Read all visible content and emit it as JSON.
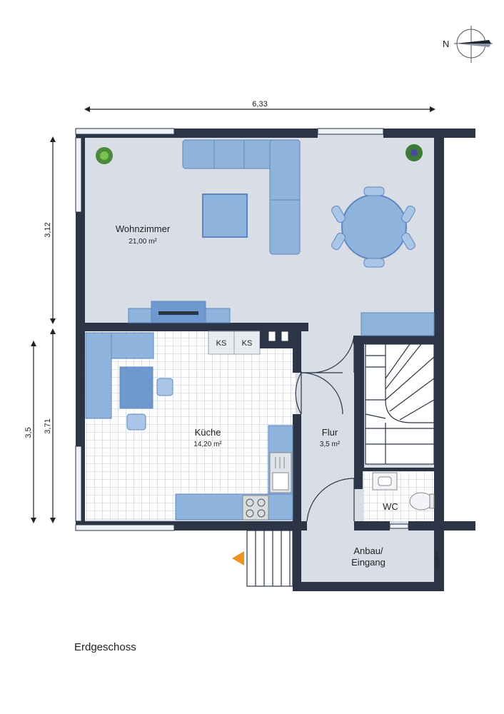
{
  "compass": {
    "north_label": "N"
  },
  "dimensions": {
    "width_top": "6,33",
    "height_upper": "3,12",
    "height_lower_outer": "3,5",
    "height_lower_inner": "3,71"
  },
  "rooms": {
    "wohnzimmer": {
      "name": "Wohnzimmer",
      "area": "21,00 m²"
    },
    "kueche": {
      "name": "Küche",
      "area": "14,20 m²"
    },
    "flur": {
      "name": "Flur",
      "area": "3,5 m²"
    },
    "wc": {
      "name": "WC"
    },
    "anbau": {
      "line1": "Anbau/",
      "line2": "Eingang"
    }
  },
  "appliances": {
    "ks1": "KS",
    "ks2": "KS"
  },
  "watermark": "onOffice",
  "floor_label": "Erdgeschoss",
  "colors": {
    "floor": "#d8dde6",
    "wall": "#2b3545",
    "furniture": "#8eb3dc",
    "furniture_dark": "#5f87bf",
    "tile": "#ffffff",
    "tile_grid": "#b9c9da",
    "entry_arrow": "#f0921e"
  }
}
